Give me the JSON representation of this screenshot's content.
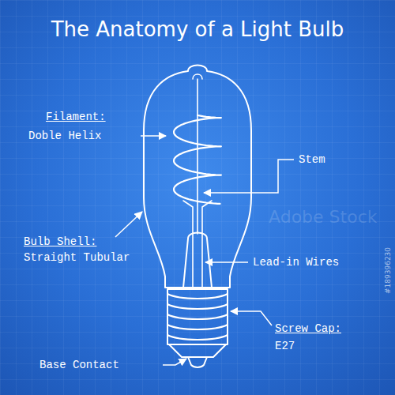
{
  "diagram": {
    "title": "The Anatomy of a Light Bulb",
    "labels": [
      "Filament:",
      "Doble Helix",
      "Stem",
      "Bulb Shell:",
      "Straight Tubular",
      "Lead-in Wires",
      "Screw Cap:",
      "E27",
      "Base Contact",
      "Adobe Stock",
      "#189396230"
    ]
  }
}
